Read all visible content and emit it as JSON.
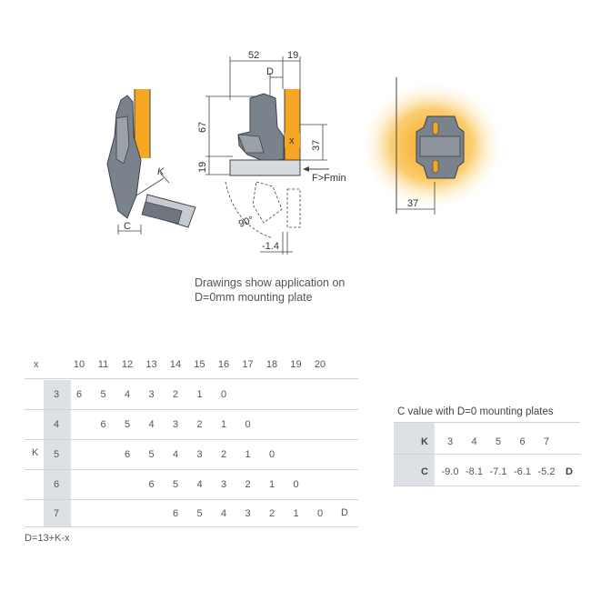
{
  "drawing": {
    "dim_labels": {
      "top_52": "52",
      "top_19": "19",
      "top_D": "D",
      "left_67": "67",
      "left_19": "19",
      "right_37": "37",
      "x": "x",
      "force": "F>Fmin",
      "angle": "90°",
      "offset": "-1.4",
      "K": "K",
      "C": "C",
      "plate_37": "37"
    },
    "colors": {
      "wood": "#f5a623",
      "metal": "#6e7680",
      "line": "#444444",
      "glow": "#f7b733"
    }
  },
  "caption": {
    "line1": "Drawings show application on",
    "line2": "D=0mm mounting plate"
  },
  "d_table": {
    "x_label": "x",
    "k_label": "K",
    "d_label": "D",
    "x_values": [
      "10",
      "11",
      "12",
      "13",
      "14",
      "15",
      "16",
      "17",
      "18",
      "19",
      "20"
    ],
    "rows": [
      {
        "k": "3",
        "values": [
          "6",
          "5",
          "4",
          "3",
          "2",
          "1",
          "0",
          "",
          "",
          "",
          ""
        ]
      },
      {
        "k": "4",
        "values": [
          "",
          "6",
          "5",
          "4",
          "3",
          "2",
          "1",
          "0",
          "",
          "",
          ""
        ]
      },
      {
        "k": "5",
        "values": [
          "",
          "",
          "6",
          "5",
          "4",
          "3",
          "2",
          "1",
          "0",
          "",
          ""
        ]
      },
      {
        "k": "6",
        "values": [
          "",
          "",
          "",
          "6",
          "5",
          "4",
          "3",
          "2",
          "1",
          "0",
          ""
        ]
      },
      {
        "k": "7",
        "values": [
          "",
          "",
          "",
          "",
          "6",
          "5",
          "4",
          "3",
          "2",
          "1",
          "0"
        ]
      }
    ],
    "formula": "D=13+K-x"
  },
  "c_table": {
    "title": "C value with D=0 mounting plates",
    "k_label": "K",
    "c_label": "C",
    "d_label": "D",
    "k_values": [
      "3",
      "4",
      "5",
      "6",
      "7"
    ],
    "c_values": [
      "-9.0",
      "-8.1",
      "-7.1",
      "-6.1",
      "-5.2"
    ]
  }
}
